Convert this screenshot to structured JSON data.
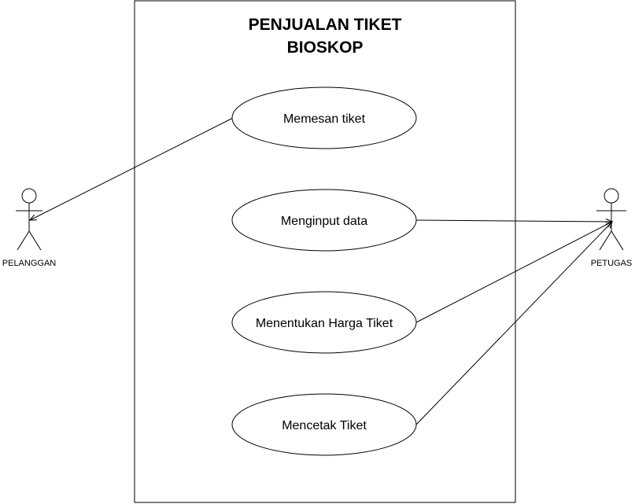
{
  "diagram": {
    "system": {
      "title_line1": "PENJUALAN TIKET",
      "title_line2": "BIOSKOP"
    },
    "use_cases": [
      {
        "label": "Memesan tiket"
      },
      {
        "label": "Menginput data"
      },
      {
        "label": "Menentukan Harga Tiket"
      },
      {
        "label": "Mencetak Tiket"
      }
    ],
    "actors": {
      "left": {
        "label": "PELANGGAN"
      },
      "right": {
        "label": "PETUGAS"
      }
    },
    "colors": {
      "stroke": "#000000",
      "fill": "#ffffff"
    }
  }
}
